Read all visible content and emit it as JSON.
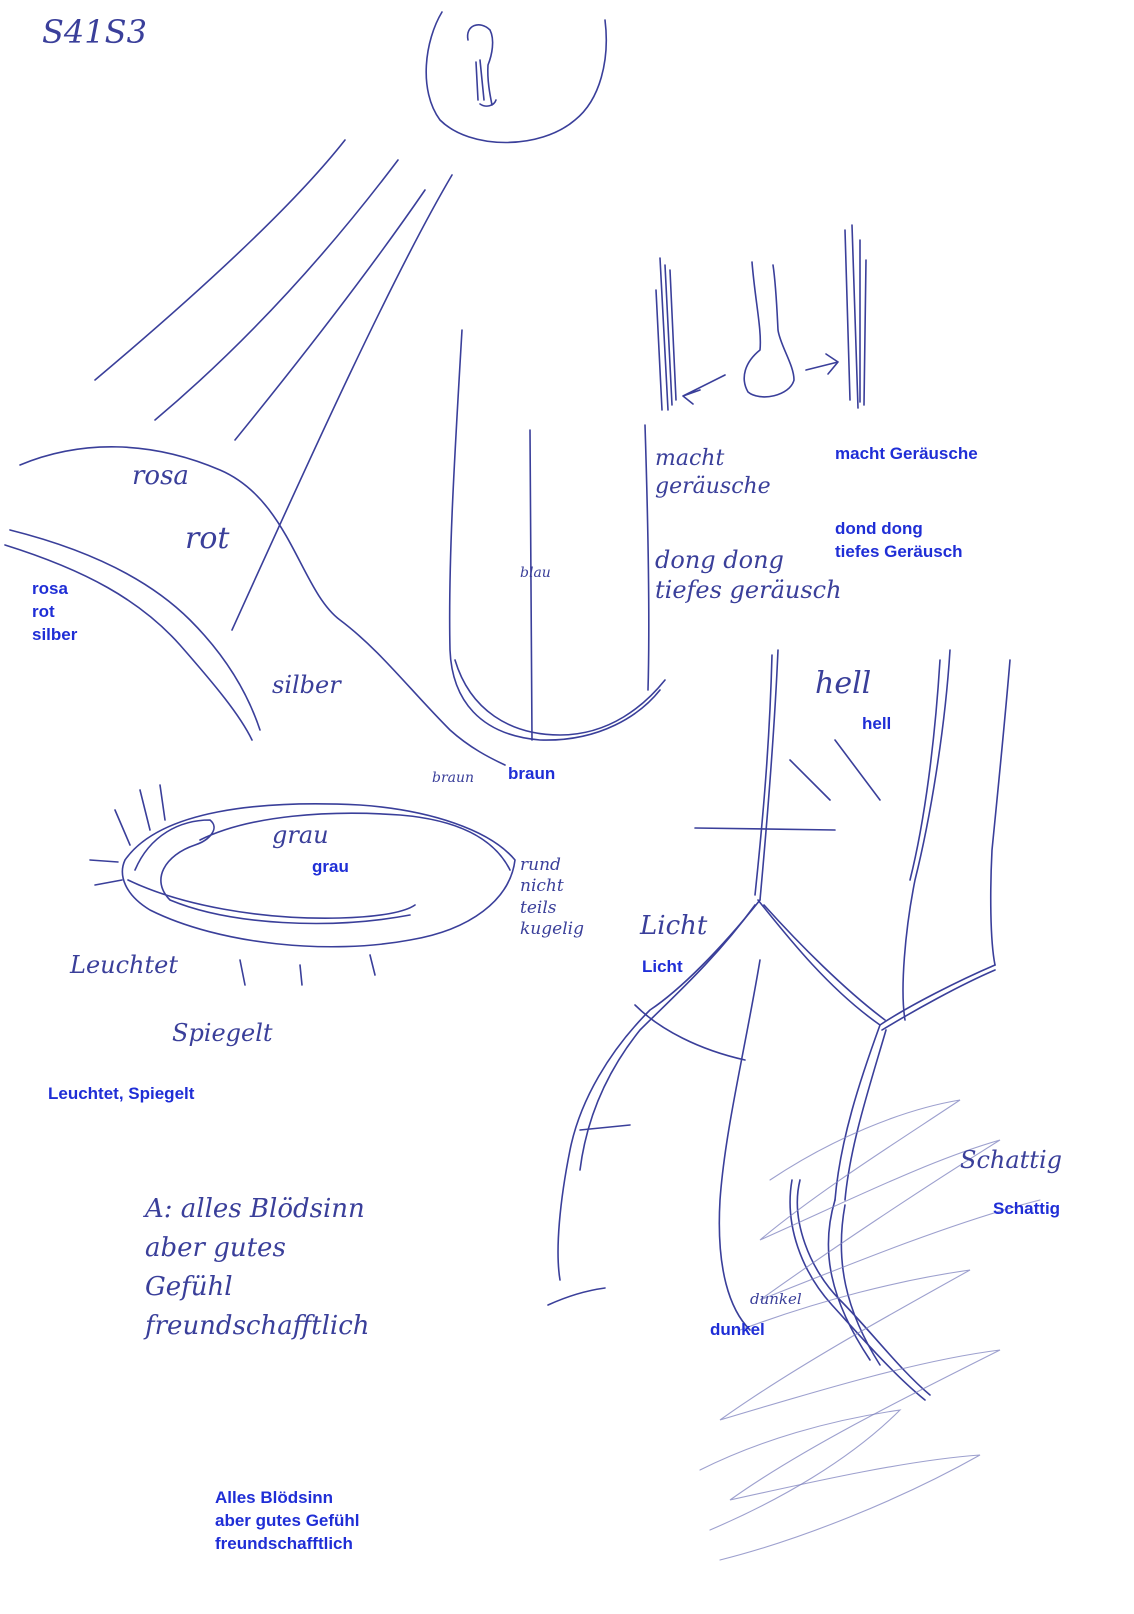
{
  "handwriting": {
    "sheet_id": "S41S3",
    "rosa": "rosa",
    "rot": "rot",
    "silber": "silber",
    "blau": "blau",
    "macht_geraeusche": "macht\ngeräusche",
    "ding_dong": "dong dong\ntiefes geräusch",
    "hell": "hell",
    "braun": "braun",
    "grau": "grau",
    "rund": "rund\nnicht\nteils\nkugelig",
    "licht": "Licht",
    "leuchtet": "Leuchtet",
    "spiegelt": "Spiegelt",
    "schattig": "Schattig",
    "dunkel": "dunkel",
    "alles_bloedsinn": "A: alles Blödsinn\naber gutes\nGefühl\nfreundschafftlich"
  },
  "labels": {
    "macht_geraeusche": "macht Geräusche",
    "dond_dong": "dond dong\ntiefes Geräusch",
    "rosa_rot_silber": "rosa\nrot\nsilber",
    "hell": "hell",
    "braun": "braun",
    "grau": "grau",
    "licht": "Licht",
    "leuchtet_spiegelt": "Leuchtet, Spiegelt",
    "schattig": "Schattig",
    "dunkel": "dunkel",
    "alles_bloedsinn": "Alles Blödsinn\naber gutes Gefühl\nfreundschafftlich"
  },
  "colors": {
    "ink": "#3a3f9a",
    "label": "#1f2ed6",
    "paper": "#ffffff"
  }
}
